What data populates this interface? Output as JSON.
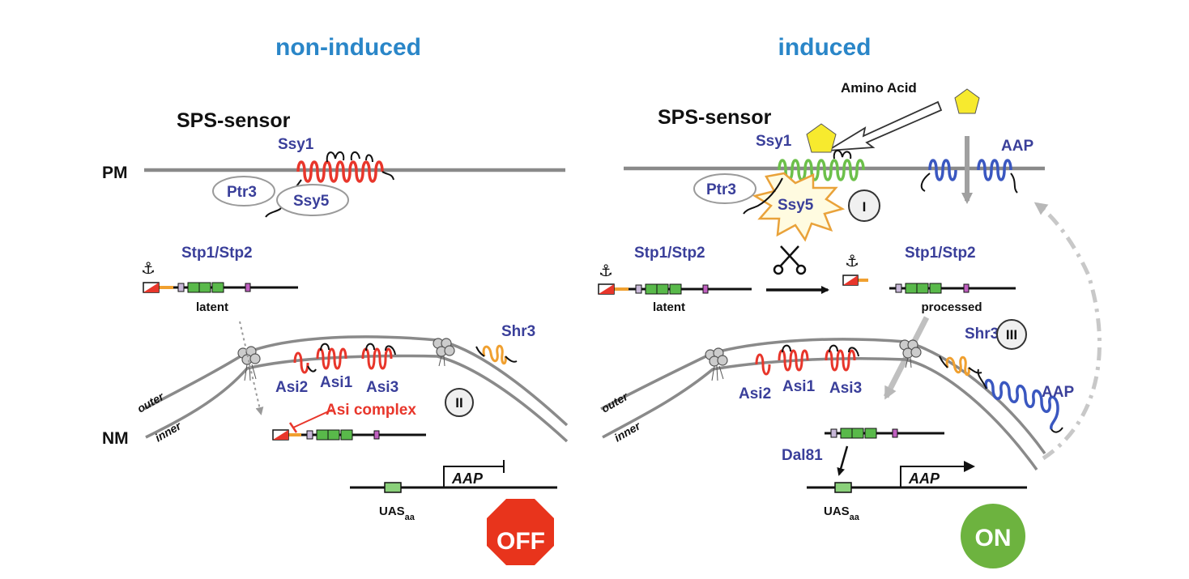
{
  "left_panel": {
    "title": "non-induced",
    "sensor_label": "SPS-sensor",
    "pm_label": "PM",
    "nm_label": "NM",
    "ssy1": "Ssy1",
    "ptr3": "Ptr3",
    "ssy5": "Ssy5",
    "stp_label": "Stp1/Stp2",
    "latent": "latent",
    "shr3": "Shr3",
    "asi1": "Asi1",
    "asi2": "Asi2",
    "asi3": "Asi3",
    "asi_complex": "Asi complex",
    "step": "II",
    "outer": "outer",
    "inner": "inner",
    "gene": "AAP",
    "uas": "UAS",
    "uas_sub": "aa",
    "status": "OFF"
  },
  "right_panel": {
    "title": "induced",
    "sensor_label": "SPS-sensor",
    "amino_acid": "Amino Acid",
    "ssy1": "Ssy1",
    "ptr3": "Ptr3",
    "ssy5": "Ssy5",
    "step1": "I",
    "aap_top": "AAP",
    "stp_label_left": "Stp1/Stp2",
    "latent": "latent",
    "stp_label_right": "Stp1/Stp2",
    "processed": "processed",
    "shr3": "Shr3",
    "step3": "III",
    "asi1": "Asi1",
    "asi2": "Asi2",
    "asi3": "Asi3",
    "aap_nm": "AAP",
    "outer": "outer",
    "inner": "inner",
    "dal81": "Dal81",
    "gene": "AAP",
    "uas": "UAS",
    "uas_sub": "aa",
    "status": "ON"
  },
  "colors": {
    "title_blue": "#2a86c8",
    "protein_blue": "#3a3f9a",
    "inactive_red": "#e8362b",
    "active_green": "#6cc04a",
    "shr3_orange": "#f0a030",
    "aap_blue": "#3a57c0",
    "amino_acid_yellow": "#f7ea2e",
    "off_red": "#e8341c",
    "on_green": "#6db33f",
    "membrane_gray": "#8a8a8a"
  }
}
